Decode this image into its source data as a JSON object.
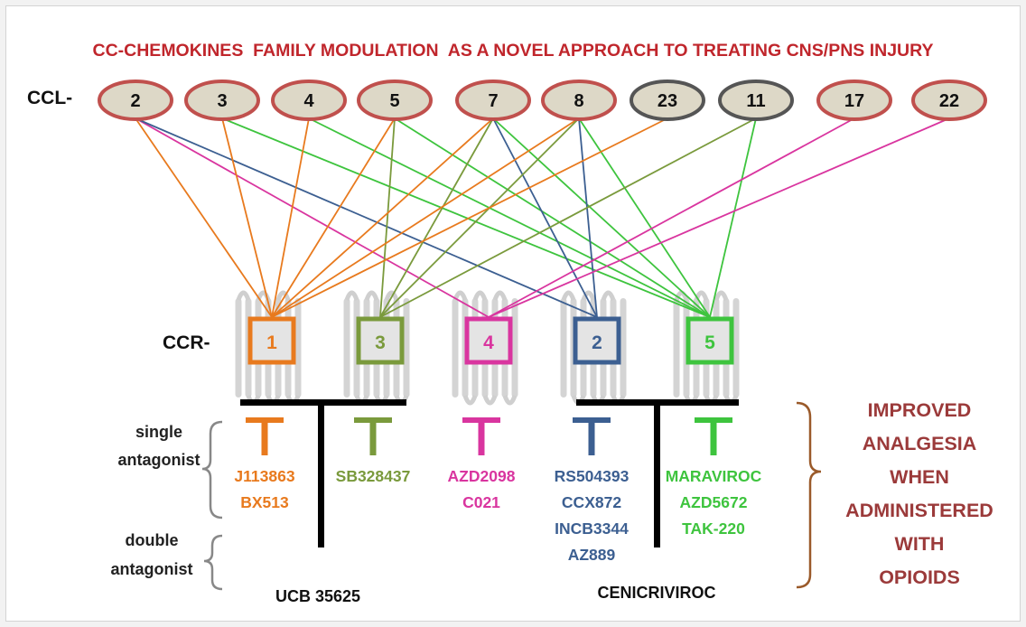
{
  "title": "CC-CHEMOKINES  FAMILY MODULATION  AS A NOVEL APPROACH TO TREATING CNS/PNS INJURY",
  "colors": {
    "title": "#c0262c",
    "ccr1": "#e87a1e",
    "ccr3": "#7a9a3c",
    "ccr4": "#d9359f",
    "ccr2": "#3c5f91",
    "ccr5": "#3ec43e",
    "outcome": "#9b3a3a",
    "brace": "#9a5a2a"
  },
  "ligands": {
    "prefix": "CCL-",
    "items": [
      {
        "label": "2",
        "style": "red"
      },
      {
        "label": "3",
        "style": "red"
      },
      {
        "label": "4",
        "style": "red"
      },
      {
        "label": "5",
        "style": "red"
      },
      {
        "label": "7",
        "style": "red"
      },
      {
        "label": "8",
        "style": "red"
      },
      {
        "label": "23",
        "style": "dark"
      },
      {
        "label": "11",
        "style": "dark"
      },
      {
        "label": "17",
        "style": "red"
      },
      {
        "label": "22",
        "style": "red"
      }
    ]
  },
  "receptors": {
    "prefix": "CCR-",
    "items": [
      {
        "label": "1",
        "color": "ccr1"
      },
      {
        "label": "3",
        "color": "ccr3"
      },
      {
        "label": "4",
        "color": "ccr4"
      },
      {
        "label": "2",
        "color": "ccr2"
      },
      {
        "label": "5",
        "color": "ccr5"
      }
    ]
  },
  "connections": [
    {
      "ligand": "2",
      "receptor": "1",
      "color": "ccr1"
    },
    {
      "ligand": "2",
      "receptor": "4",
      "color": "ccr4"
    },
    {
      "ligand": "2",
      "receptor": "2",
      "color": "ccr2"
    },
    {
      "ligand": "3",
      "receptor": "1",
      "color": "ccr1"
    },
    {
      "ligand": "3",
      "receptor": "5",
      "color": "ccr5"
    },
    {
      "ligand": "4",
      "receptor": "1",
      "color": "ccr1"
    },
    {
      "ligand": "4",
      "receptor": "5",
      "color": "ccr5"
    },
    {
      "ligand": "5",
      "receptor": "1",
      "color": "ccr1"
    },
    {
      "ligand": "5",
      "receptor": "3",
      "color": "ccr3"
    },
    {
      "ligand": "5",
      "receptor": "5",
      "color": "ccr5"
    },
    {
      "ligand": "7",
      "receptor": "1",
      "color": "ccr1"
    },
    {
      "ligand": "7",
      "receptor": "3",
      "color": "ccr3"
    },
    {
      "ligand": "7",
      "receptor": "2",
      "color": "ccr2"
    },
    {
      "ligand": "7",
      "receptor": "5",
      "color": "ccr5"
    },
    {
      "ligand": "8",
      "receptor": "1",
      "color": "ccr1"
    },
    {
      "ligand": "8",
      "receptor": "3",
      "color": "ccr3"
    },
    {
      "ligand": "8",
      "receptor": "2",
      "color": "ccr2"
    },
    {
      "ligand": "8",
      "receptor": "5",
      "color": "ccr5"
    },
    {
      "ligand": "23",
      "receptor": "1",
      "color": "ccr1"
    },
    {
      "ligand": "11",
      "receptor": "3",
      "color": "ccr3"
    },
    {
      "ligand": "11",
      "receptor": "5",
      "color": "ccr5"
    },
    {
      "ligand": "17",
      "receptor": "4",
      "color": "ccr4"
    },
    {
      "ligand": "22",
      "receptor": "4",
      "color": "ccr4"
    }
  ],
  "antagonist_labels": {
    "single": [
      "single",
      "antagonist"
    ],
    "double": [
      "double",
      "antagonist"
    ]
  },
  "drugs": [
    {
      "receptor": "1",
      "names": [
        "J113863",
        "BX513"
      ]
    },
    {
      "receptor": "3",
      "names": [
        "SB328437"
      ]
    },
    {
      "receptor": "4",
      "names": [
        "AZD2098",
        "C021"
      ]
    },
    {
      "receptor": "2",
      "names": [
        "RS504393",
        "CCX872",
        "INCB3344",
        "AZ889"
      ]
    },
    {
      "receptor": "5",
      "names": [
        "MARAVIROC",
        "AZD5672",
        "TAK-220"
      ]
    }
  ],
  "double_antagonists": {
    "left": "UCB 35625",
    "right": "CENICRIVIROC"
  },
  "outcome": [
    "IMPROVED",
    "ANALGESIA",
    "WHEN",
    "ADMINISTERED",
    "WITH",
    "OPIOIDS"
  ]
}
